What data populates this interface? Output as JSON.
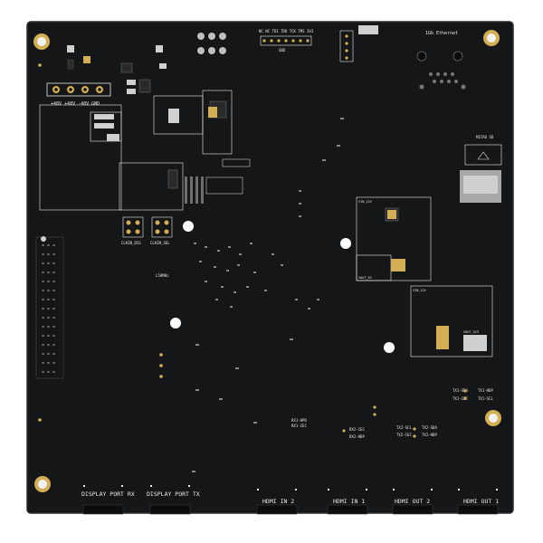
{
  "board": {
    "colors": {
      "pcb": "#151617",
      "silk": "#e9e9e9",
      "gold": "#d4ae55",
      "component": "#2a2a2a",
      "hole": "#ffffff"
    },
    "labels": {
      "power_in": "+48V  +48V  -48V  GND",
      "jtag_header": "NC  NC  TDI TDO TCK TMS 3V3",
      "gnd": "GND",
      "ethernet": "1Gb Ethernet",
      "micro_sd": "MICRO SD",
      "osc": "L50MHz",
      "clk_a": "CLKIN_DIS",
      "clk_b": "CLKIN_SEL",
      "ss1": "VIN_12V",
      "ss2": "VOUT_5V",
      "ss3": "VIN_12V",
      "ss4": "VOUT_3V3",
      "tx1_sda": "TX1-SDA",
      "tx1_hdp": "TX1-HDP",
      "tx1_cec": "TX1-CEC",
      "tx1_scl": "TX1-SCL",
      "rx1_hpd": "RX1-HPD",
      "rx1_cec": "RX1-CEC",
      "rx2_cec": "RX2-CEC",
      "rx2_hdp": "RX2-HDP",
      "tx2_scl": "TX2-SCL",
      "tx2_sda": "TX2-SDA",
      "tx2_cec": "TX2-CEC",
      "tx2_hdp": "TX2-HDP"
    },
    "connectors": {
      "dp_rx": "DISPLAY PORT RX",
      "dp_tx": "DISPLAY PORT TX",
      "hdmi_in_2": "HDMI IN 2",
      "hdmi_in_1": "HDMI IN 1",
      "hdmi_out_2": "HDMI OUT 2",
      "hdmi_out_1": "HDMI OUT 1"
    }
  }
}
